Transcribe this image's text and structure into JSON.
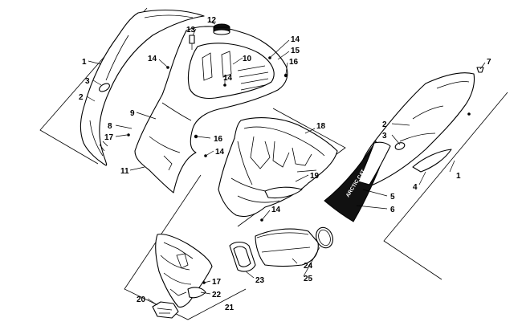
{
  "callouts": {
    "l1": "1",
    "l2": "2",
    "l3": "3",
    "l8": "8",
    "l17a": "17",
    "l9": "9",
    "l11": "11",
    "l13": "13",
    "l12": "12",
    "l14a": "14",
    "l14b": "14",
    "l15": "15",
    "l16a": "16",
    "l10": "10",
    "l14c": "14",
    "l16b": "16",
    "l14d": "14",
    "l18": "18",
    "l19": "19",
    "l14e": "14",
    "l7": "7",
    "r2": "2",
    "r3": "3",
    "r4": "4",
    "r5": "5",
    "r6": "6",
    "r1": "1",
    "l23": "23",
    "l24": "24",
    "l25": "25",
    "l17b": "17",
    "l22": "22",
    "l20": "20",
    "l21": "21"
  },
  "decal": {
    "brand_text": "ARCTIC CAT"
  },
  "colors": {
    "line": "#000000",
    "background": "#ffffff"
  }
}
